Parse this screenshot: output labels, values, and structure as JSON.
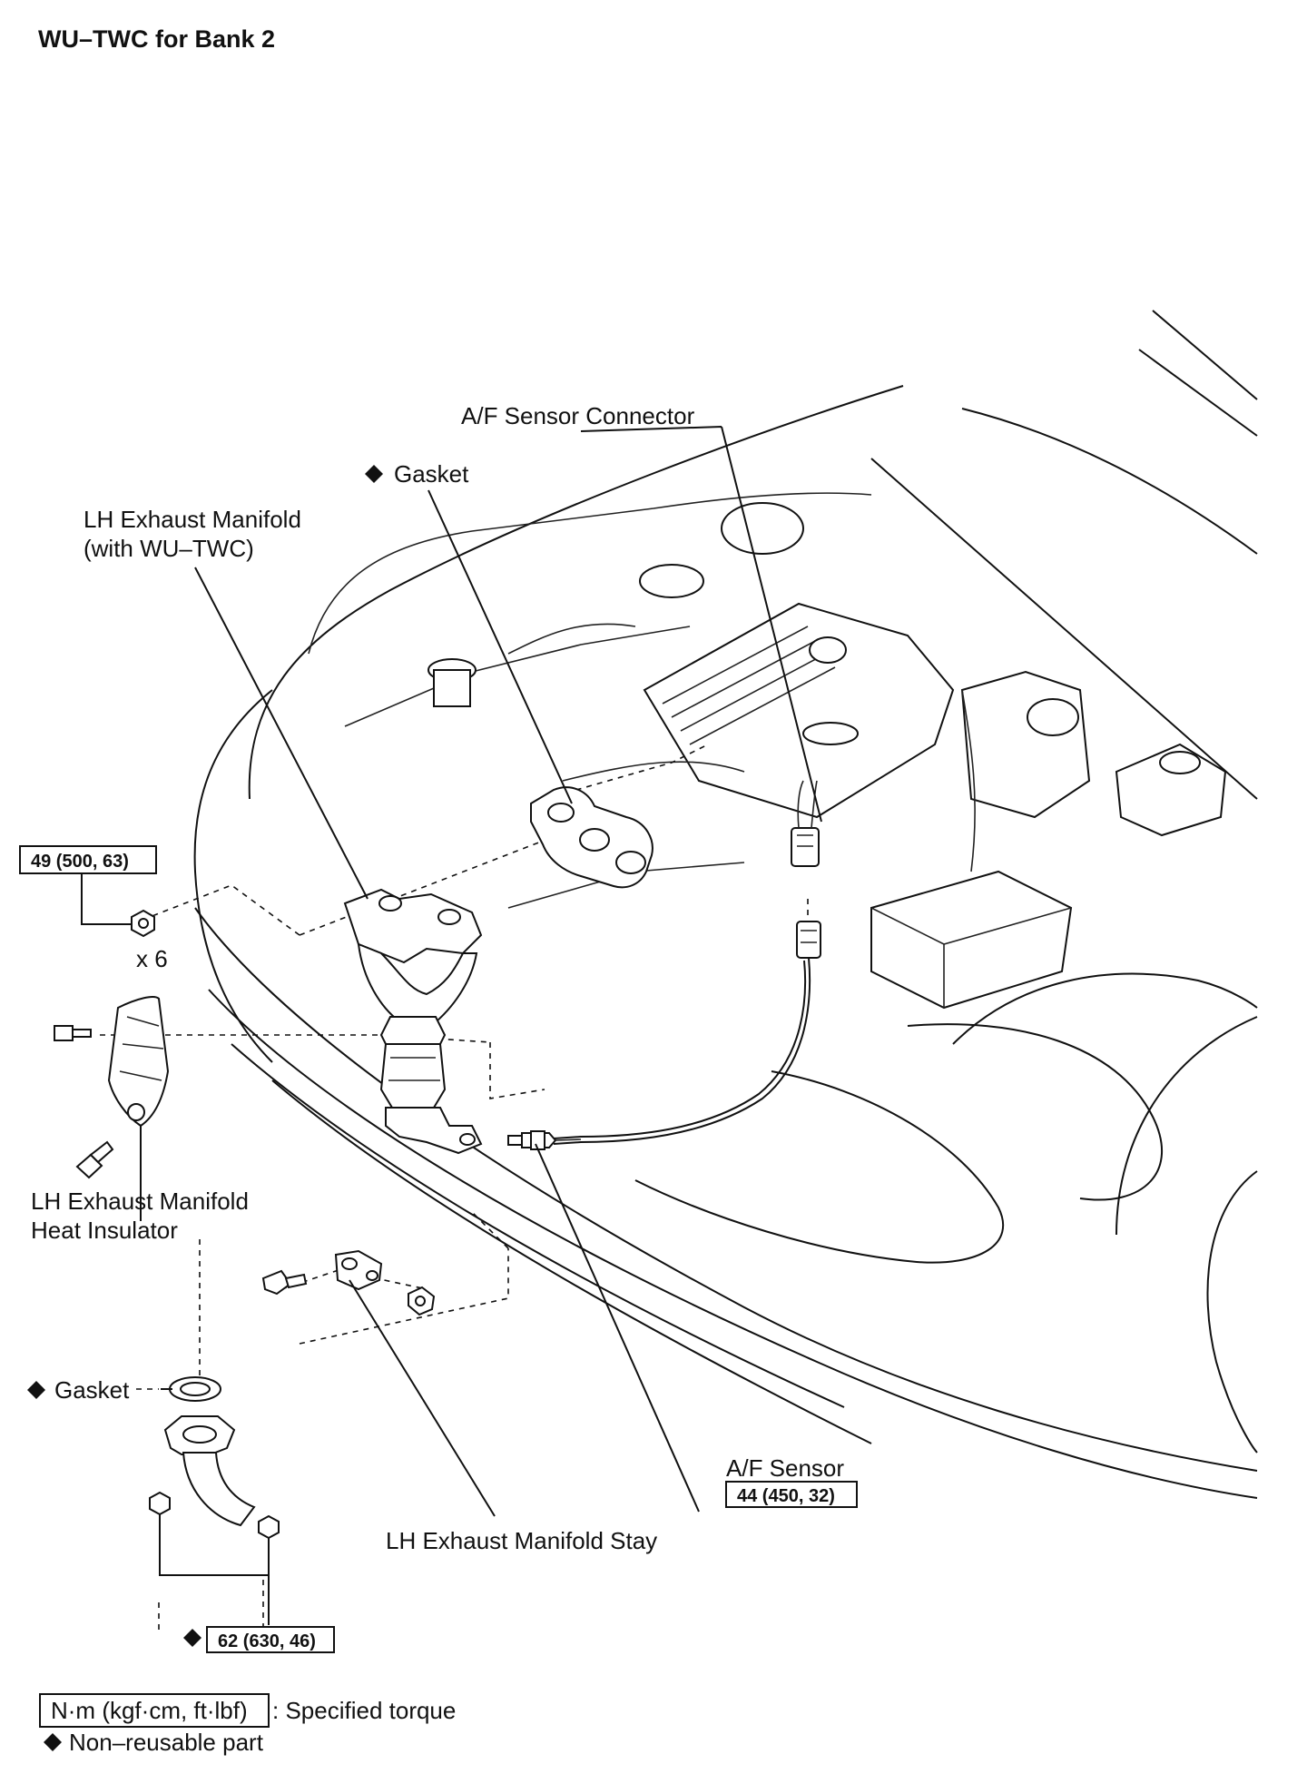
{
  "title": "WU–TWC for Bank 2",
  "labels": {
    "af_sensor_connector": "A/F Sensor Connector",
    "gasket_top": "Gasket",
    "lh_exhaust_manifold_line1": "LH Exhaust Manifold",
    "lh_exhaust_manifold_line2": "(with WU–TWC)",
    "x6": "x 6",
    "heat_insulator_line1": "LH  Exhaust  Manifold",
    "heat_insulator_line2": "Heat Insulator",
    "gasket_bottom": "Gasket",
    "af_sensor": "A/F Sensor",
    "manifold_stay": "LH Exhaust Manifold Stay"
  },
  "torques": {
    "manifold_nuts": "49 (500, 63)",
    "af_sensor": "44 (450, 32)",
    "pipe_nuts": "62 (630, 46)"
  },
  "legend": {
    "torque_box": "N·m (kgf·cm, ft·lbf)",
    "torque_text": ": Specified torque",
    "nonreusable_text": "Non–reusable part"
  },
  "colors": {
    "ink": "#111111",
    "paper": "#ffffff"
  },
  "icons": {
    "non_reusable": "diamond-icon"
  }
}
